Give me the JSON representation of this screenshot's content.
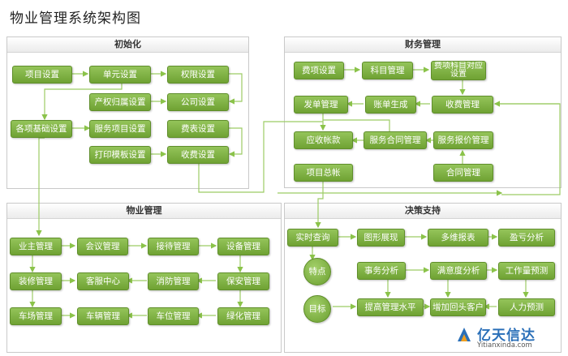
{
  "title": "物业管理系统架构图",
  "panels": {
    "init": {
      "title": "初始化",
      "nodes": [
        "项目设置",
        "单元设置",
        "权限设置",
        "产权归属设置",
        "公司设置",
        "各项基础设置",
        "服务项目设置",
        "费表设置",
        "打印模板设置",
        "收费设置"
      ]
    },
    "finance": {
      "title": "财务管理",
      "nodes": [
        "费项设置",
        "科目管理",
        "费项科目对应设置",
        "发单管理",
        "账单生成",
        "收费管理",
        "应收帐款",
        "服务合同管理",
        "服务报价管理",
        "项目总帐",
        "合同管理"
      ]
    },
    "property": {
      "title": "物业管理",
      "nodes": [
        "业主管理",
        "会议管理",
        "接待管理",
        "设备管理",
        "装修管理",
        "客服中心",
        "消防管理",
        "保安管理",
        "车场管理",
        "车辆管理",
        "车位管理",
        "绿化管理"
      ]
    },
    "decision": {
      "title": "决策支持",
      "nodes": [
        "实时查询",
        "图形展现",
        "多维报表",
        "盈亏分析",
        "特点",
        "事务分析",
        "满意度分析",
        "工作量预测",
        "目标",
        "提高管理水平",
        "增加回头客户",
        "人力预测"
      ]
    }
  },
  "watermark": {
    "name": "亿天信达",
    "url": "Yitianxinda.com"
  },
  "colors": {
    "node": "#7cb342",
    "line": "#8bc34a"
  }
}
